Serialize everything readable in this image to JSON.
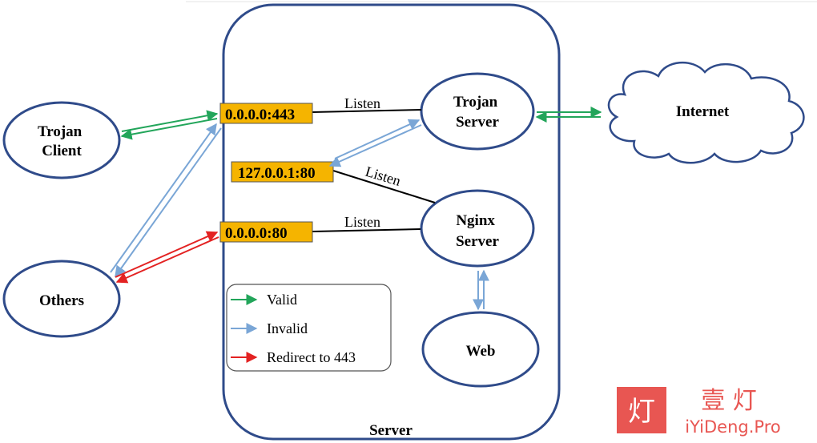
{
  "nodes": {
    "trojan_client": [
      "Trojan",
      "Client"
    ],
    "others": "Others",
    "trojan_server": [
      "Trojan",
      "Server"
    ],
    "nginx_server": [
      "Nginx",
      "Server"
    ],
    "web": "Web",
    "internet": "Internet"
  },
  "ports": {
    "p443": "0.0.0.0:443",
    "p127": "127.0.0.1:80",
    "p80": "0.0.0.0:80"
  },
  "listen_labels": [
    "Listen",
    "Listen",
    "Listen"
  ],
  "server_label": "Server",
  "legend": [
    {
      "label": "Valid",
      "color": "#22a55a"
    },
    {
      "label": "Invalid",
      "color": "#7aa6d6"
    },
    {
      "label": "Redirect to 443",
      "color": "#e32222"
    }
  ],
  "colors": {
    "node_stroke": "#2f4b8a",
    "port_fill": "#f5b400",
    "valid": "#22a55a",
    "invalid": "#7aa6d6",
    "redirect": "#e32222"
  },
  "watermark": {
    "logo_char": "灯",
    "title": "壹 灯",
    "site": "iYiDeng.Pro",
    "color": "#e53935"
  }
}
